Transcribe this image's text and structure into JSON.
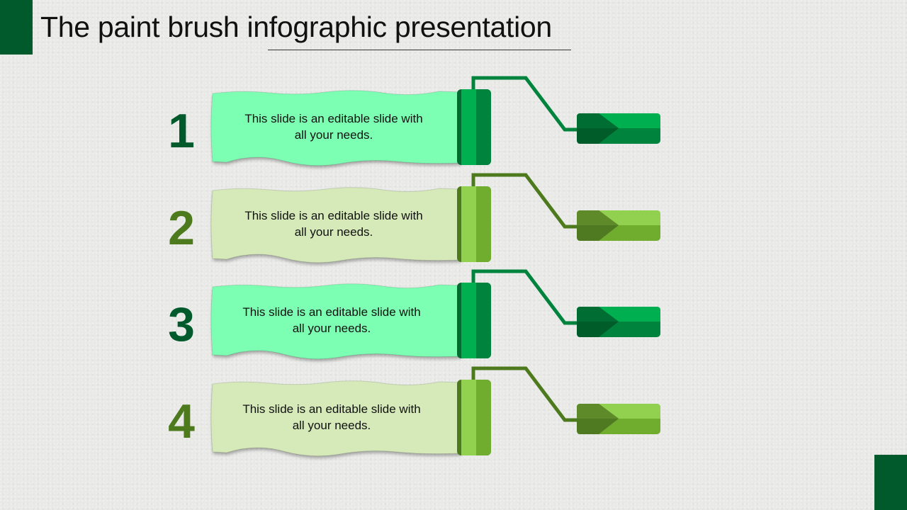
{
  "title": "The paint brush infographic presentation",
  "items": [
    {
      "number": "1",
      "text": "This slide is an editable slide with all your needs.",
      "theme": "green"
    },
    {
      "number": "2",
      "text": "This slide is an editable slide with all your needs.",
      "theme": "lime"
    },
    {
      "number": "3",
      "text": "This slide is an editable slide with all your needs.",
      "theme": "green"
    },
    {
      "number": "4",
      "text": "This slide is an editable slide with all your needs.",
      "theme": "lime"
    }
  ],
  "colors": {
    "green": {
      "paint": "#7CFFB2",
      "light": "#00B050",
      "dark": "#00843D",
      "edge": "#006A30",
      "line": "#00843D",
      "arrowTop": "#006E32",
      "arrowBot": "#005C28",
      "num": "#005A2B"
    },
    "lime": {
      "paint": "#D5EAB8",
      "light": "#92D050",
      "dark": "#70AD2F",
      "edge": "#4E7A1E",
      "line": "#4E7A1E",
      "arrowTop": "#5E8A2A",
      "arrowBot": "#507A22",
      "num": "#4E7A1E"
    }
  }
}
